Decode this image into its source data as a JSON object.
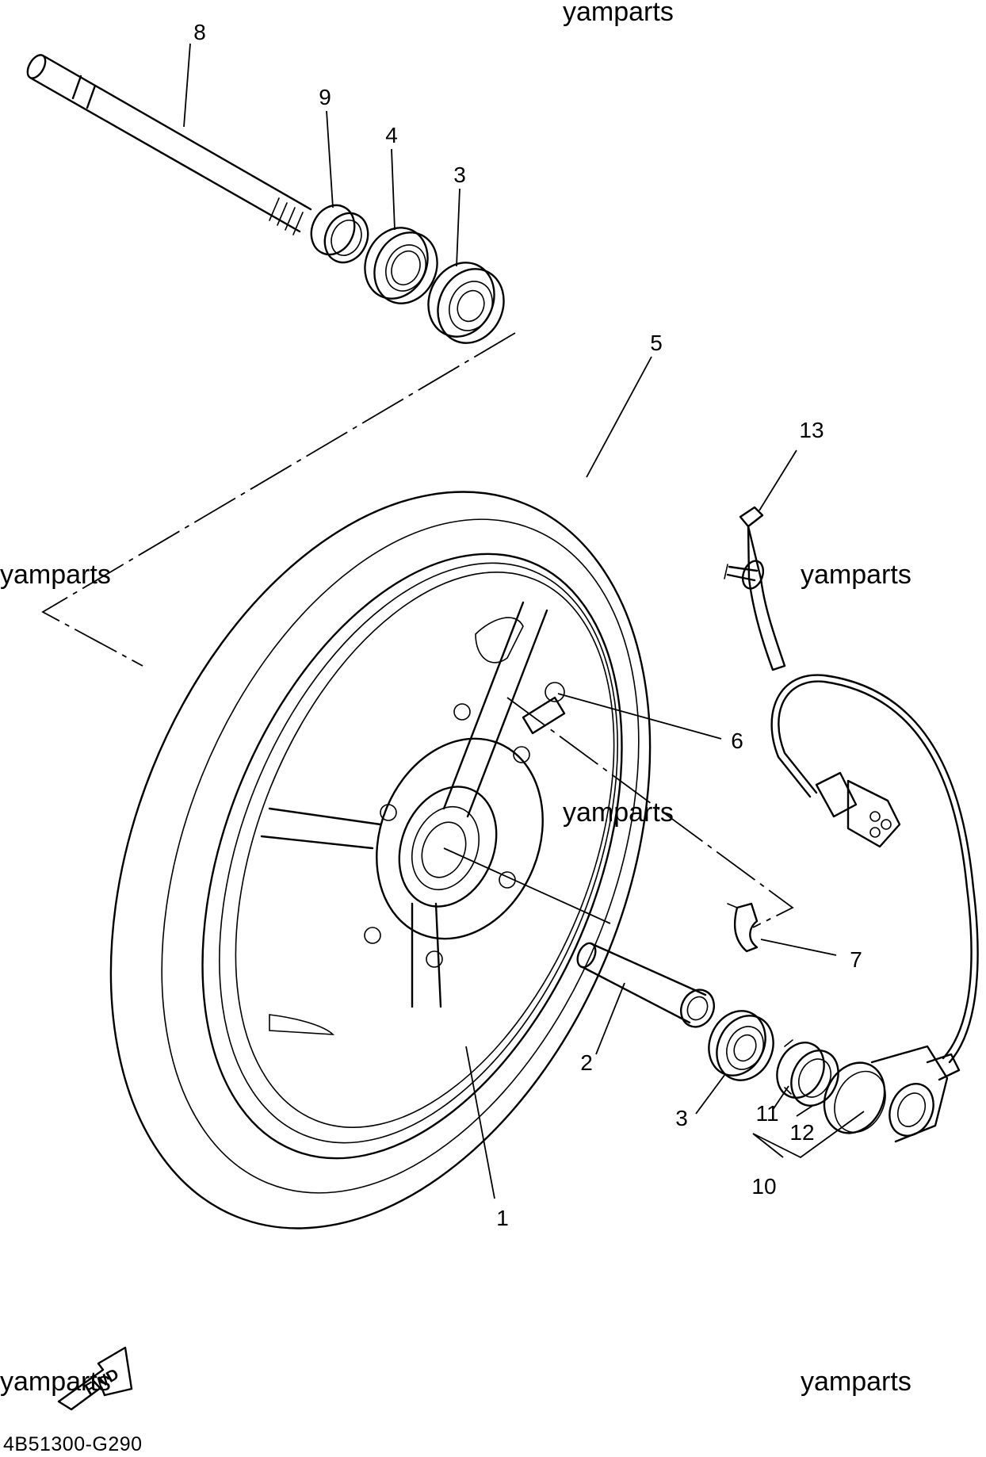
{
  "watermarks": [
    "yamparts",
    "yamparts",
    "yamparts",
    "yamparts",
    "yamparts",
    "yamparts"
  ],
  "callouts": {
    "c1": "1",
    "c2": "2",
    "c3a": "3",
    "c3b": "3",
    "c4": "4",
    "c5": "5",
    "c6": "6",
    "c7": "7",
    "c8": "8",
    "c9": "9",
    "c10": "10",
    "c11": "11",
    "c12": "12",
    "c13": "13"
  },
  "direction_label": "FWD",
  "diagram_code": "4B51300-G290"
}
